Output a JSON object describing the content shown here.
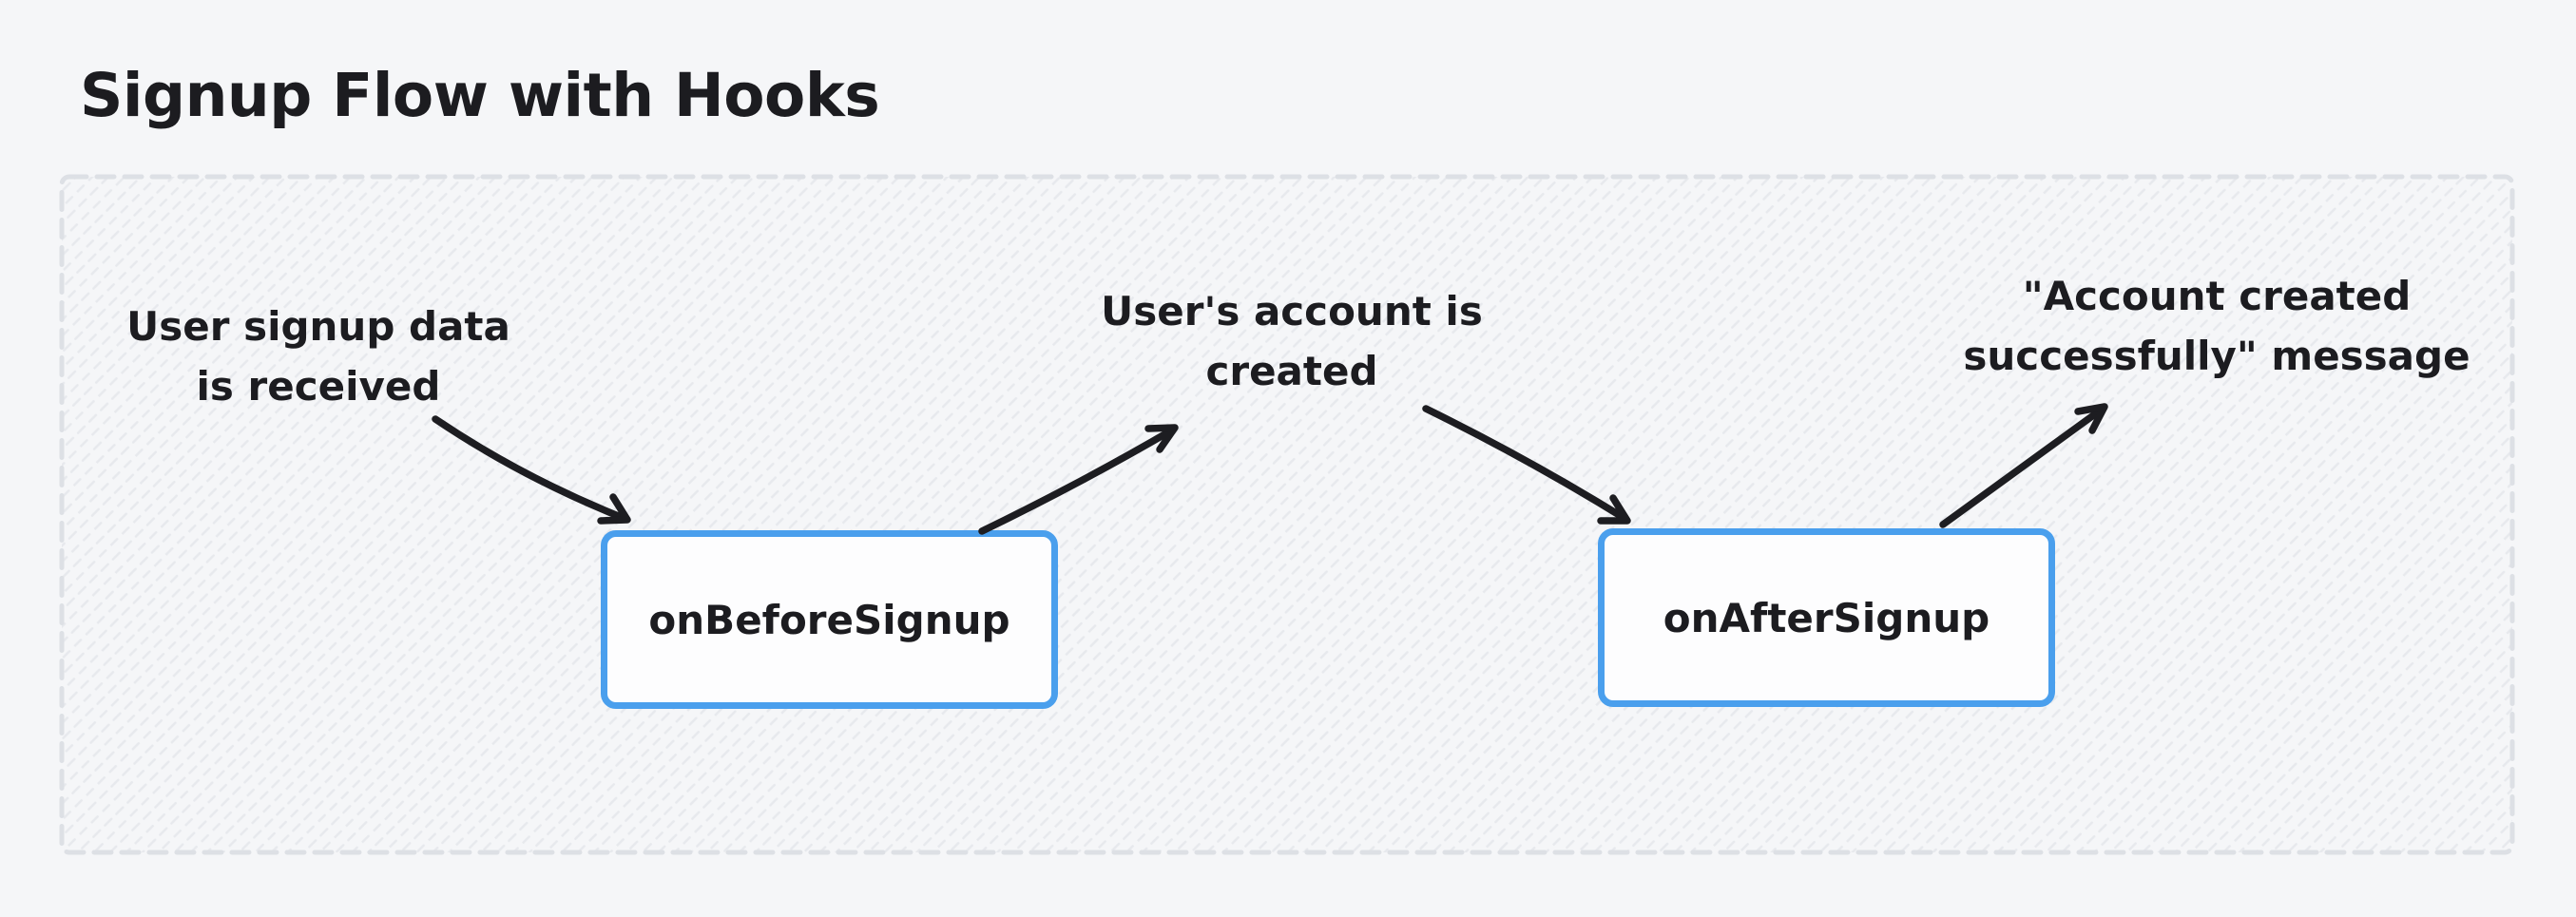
{
  "diagram": {
    "title": "Signup Flow with Hooks",
    "colors": {
      "page_background": "#f5f6f8",
      "node_border": "#4a9fed",
      "node_fill": "#fdfdfe",
      "text": "#1c1c20",
      "arrow": "#1d1d21",
      "frame_dash": "#dde0e5",
      "frame_hatch": "#e7e9ed"
    },
    "nodes": [
      {
        "id": "onBeforeSignup",
        "label": "onBeforeSignup"
      },
      {
        "id": "onAfterSignup",
        "label": "onAfterSignup"
      }
    ],
    "annotations": [
      {
        "id": "signup-data-received",
        "text": "User signup data\nis received"
      },
      {
        "id": "account-created",
        "text": "User's account is\ncreated"
      },
      {
        "id": "success-message",
        "text": "\"Account created\nsuccessfully\" message"
      }
    ],
    "arrows": [
      {
        "from": "signup-data-received",
        "to": "onBeforeSignup"
      },
      {
        "from": "onBeforeSignup",
        "to": "account-created"
      },
      {
        "from": "account-created",
        "to": "onAfterSignup"
      },
      {
        "from": "onAfterSignup",
        "to": "success-message"
      }
    ]
  }
}
